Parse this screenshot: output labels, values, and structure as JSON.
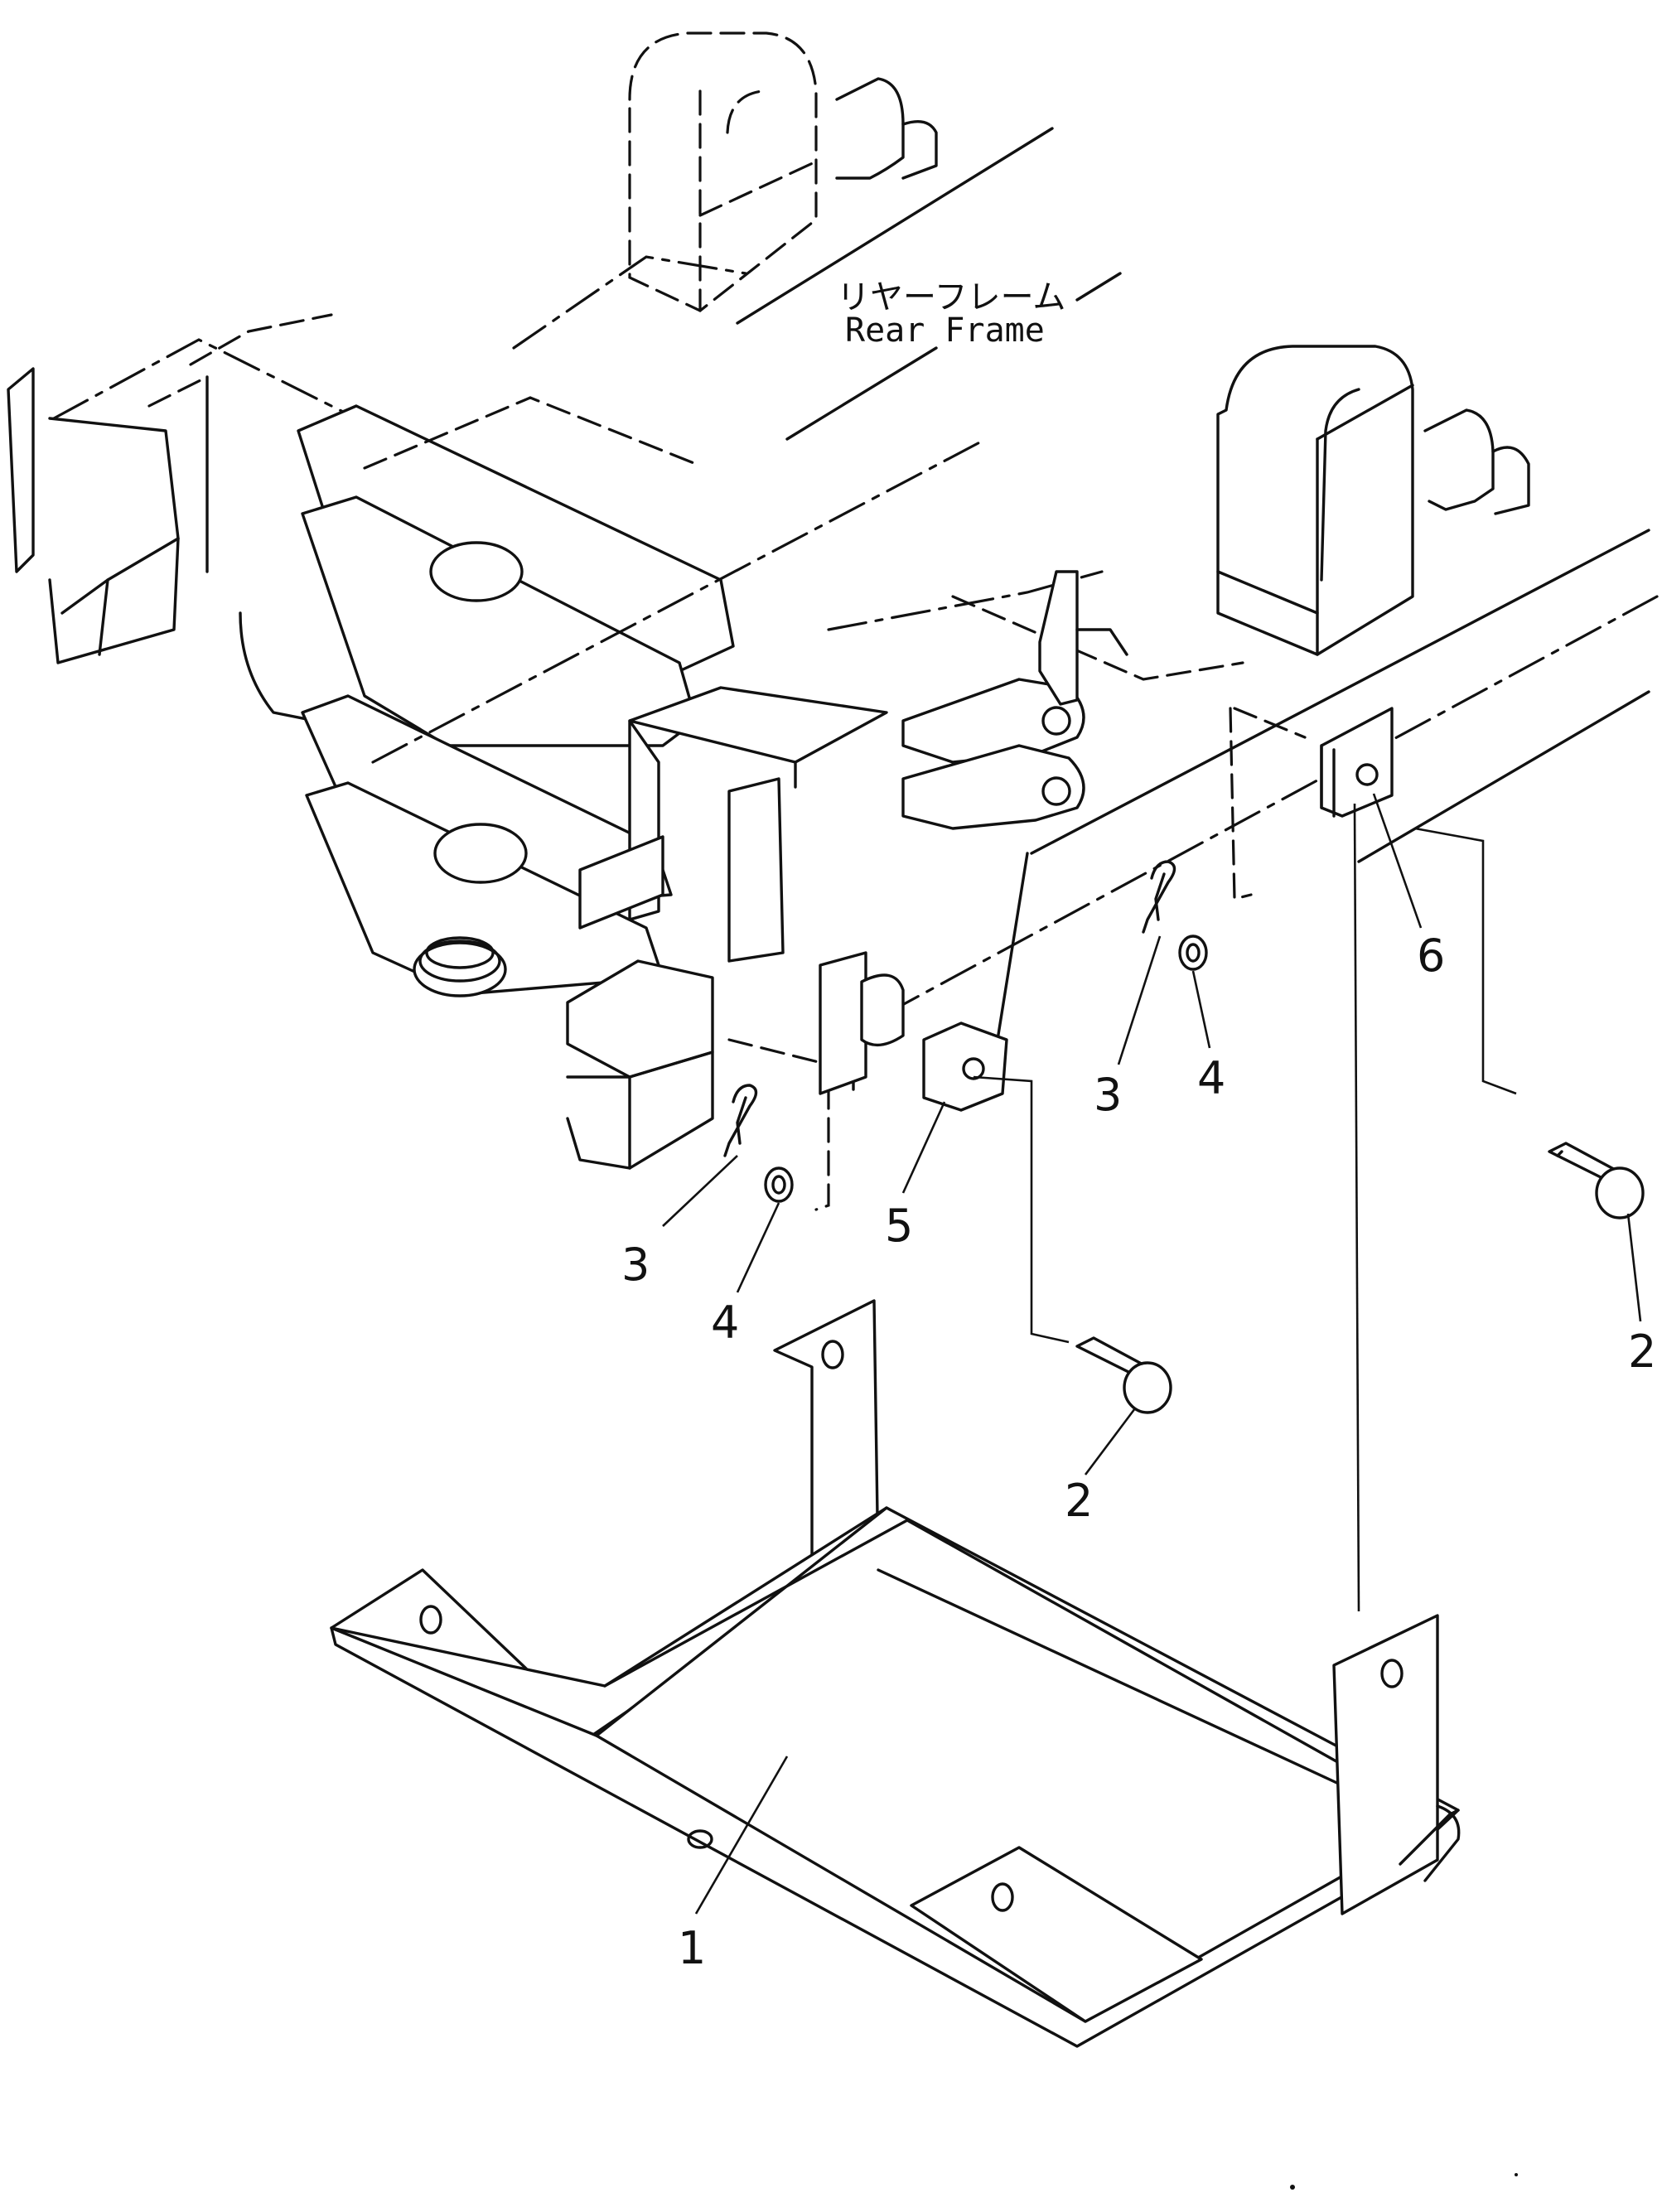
{
  "diagram": {
    "frame_label": {
      "japanese": "リヤーフレーム",
      "english": "Rear Frame"
    },
    "callouts": {
      "c1": "1",
      "c2a": "2",
      "c2b": "2",
      "c3a": "3",
      "c3b": "3",
      "c4a": "4",
      "c4b": "4",
      "c5": "5",
      "c6": "6"
    }
  }
}
